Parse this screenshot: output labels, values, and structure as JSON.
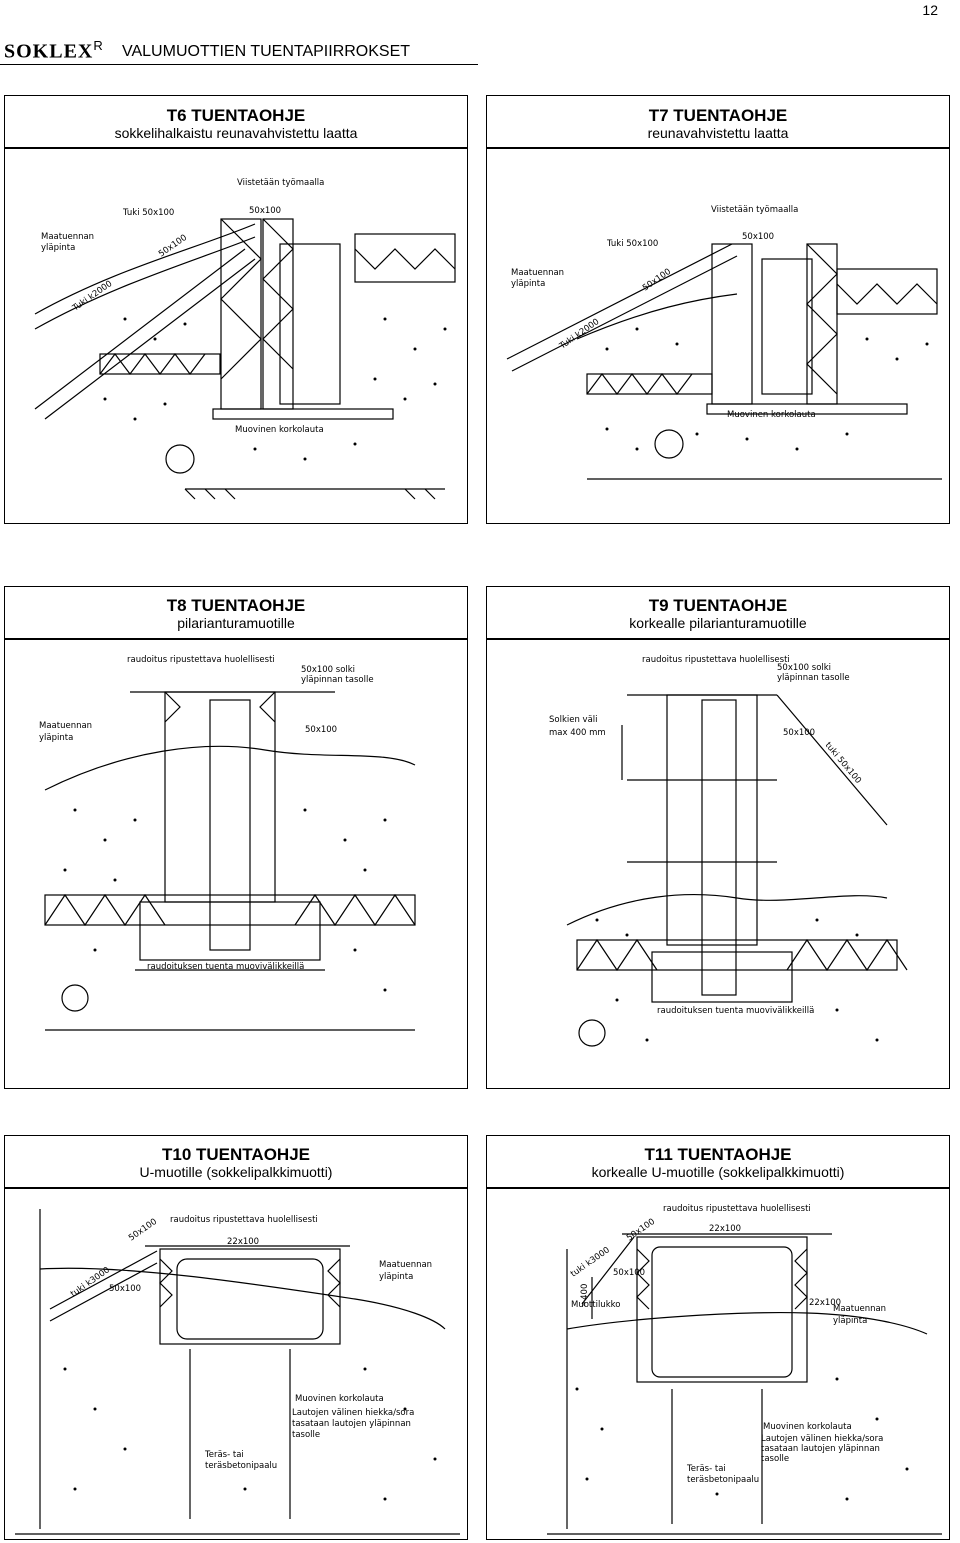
{
  "page": {
    "number": "12"
  },
  "header": {
    "brand": "SOKLEX",
    "reg": "R",
    "title": "VALUMUOTTIEN TUENTAPIIRROKSET"
  },
  "panels": [
    {
      "title": "T6 TUENTAOHJE",
      "subtitle": "sokkelihalkaistu reunavahvistettu laatta",
      "labels": {
        "a": "Viistetään työmaalla",
        "b": "Tuki 50x100",
        "c": "50x100",
        "d": "Maatuennan",
        "e": "yläpinta",
        "f": "50x100",
        "g": "Tuki k2000",
        "h": "Muovinen korkolauta"
      }
    },
    {
      "title": "T7 TUENTAOHJE",
      "subtitle": "reunavahvistettu laatta",
      "labels": {
        "a": "Viistetään työmaalla",
        "b": "Tuki 50x100",
        "c": "50x100",
        "d": "Maatuennan",
        "e": "yläpinta",
        "f": "50x100",
        "g": "Tuki k2000",
        "h": "Muovinen korkolauta"
      }
    },
    {
      "title": "T8 TUENTAOHJE",
      "subtitle": "pilarianturamuotille",
      "labels": {
        "a": "raudoitus ripustettava huolellisesti",
        "b": "50x100 solki",
        "c": "yläpinnan tasolle",
        "d": "Maatuennan",
        "e": "yläpinta",
        "f": "50x100",
        "g": "raudoituksen tuenta muovivälikkeillä"
      }
    },
    {
      "title": "T9 TUENTAOHJE",
      "subtitle": "korkealle pilarianturamuotille",
      "labels": {
        "a": "raudoitus ripustettava huolellisesti",
        "b": "50x100 solki",
        "c": "yläpinnan tasolle",
        "d": "Solkien väli",
        "e": "max 400 mm",
        "f": "50x100",
        "g": "tuki 50x100",
        "h": "raudoituksen tuenta muovivälikkeillä"
      }
    },
    {
      "title": "T10 TUENTAOHJE",
      "subtitle": "U-muotille (sokkelipalkkimuotti)",
      "labels": {
        "a": "raudoitus ripustettava huolellisesti",
        "b": "50x100",
        "c": "22x100",
        "d": "tuki k3000",
        "e": "50x100",
        "f": "Maatuennan",
        "g": "yläpinta",
        "h": "Muovinen korkolauta",
        "i": "Lautojen välinen hiekka/sora",
        "j": "tasataan lautojen yläpinnan",
        "k": "tasolle",
        "l": "Teräs- tai",
        "m": "teräsbetonipaalu"
      }
    },
    {
      "title": "T11 TUENTAOHJE",
      "subtitle": "korkealle U-muotille (sokkelipalkkimuotti)",
      "labels": {
        "a": "raudoitus ripustettava huolellisesti",
        "b": "50x100",
        "c": "22x100",
        "d": "tuki k3000",
        "e": "50x100",
        "f": "~400",
        "g": "Muottilukko",
        "h": "22x100",
        "i": "Maatuennan",
        "j": "yläpinta",
        "k": "Muovinen korkolauta",
        "l": "Lautojen välinen hiekka/sora",
        "m": "tasataan lautojen yläpinnan",
        "n": "tasolle",
        "o": "Teräs- tai",
        "p": "teräsbetonipaalu"
      }
    }
  ]
}
